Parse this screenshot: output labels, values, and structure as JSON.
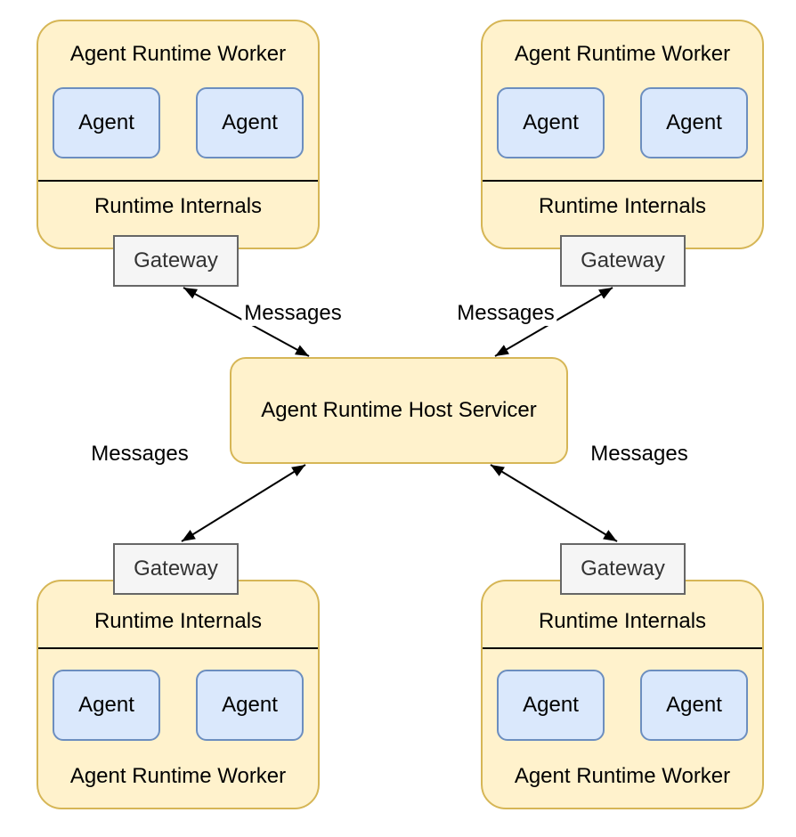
{
  "diagram": {
    "host": {
      "label": "Agent Runtime Host Servicer"
    },
    "workers": [
      {
        "position": "top-left",
        "title": "Agent Runtime Worker",
        "agents": [
          "Agent",
          "Agent"
        ],
        "internals_label": "Runtime Internals",
        "gateway_label": "Gateway"
      },
      {
        "position": "top-right",
        "title": "Agent Runtime Worker",
        "agents": [
          "Agent",
          "Agent"
        ],
        "internals_label": "Runtime Internals",
        "gateway_label": "Gateway"
      },
      {
        "position": "bottom-left",
        "title": "Agent Runtime Worker",
        "agents": [
          "Agent",
          "Agent"
        ],
        "internals_label": "Runtime Internals",
        "gateway_label": "Gateway"
      },
      {
        "position": "bottom-right",
        "title": "Agent Runtime Worker",
        "agents": [
          "Agent",
          "Agent"
        ],
        "internals_label": "Runtime Internals",
        "gateway_label": "Gateway"
      }
    ],
    "edges": [
      {
        "from": "gateway-top-left",
        "to": "host",
        "label": "Messages",
        "bidirectional": true
      },
      {
        "from": "gateway-top-right",
        "to": "host",
        "label": "Messages",
        "bidirectional": true
      },
      {
        "from": "gateway-bottom-left",
        "to": "host",
        "label": "Messages",
        "bidirectional": true
      },
      {
        "from": "gateway-bottom-right",
        "to": "host",
        "label": "Messages",
        "bidirectional": true
      }
    ],
    "colors": {
      "worker_fill": "#FFF2CC",
      "worker_border": "#D6B656",
      "agent_fill": "#DAE8FC",
      "agent_border": "#6C8EBF",
      "gateway_fill": "#F5F5F5",
      "gateway_border": "#666666",
      "gateway_text": "#333333",
      "connector": "#000000",
      "text": "#000000",
      "canvas_bg": "#FFFFFF"
    }
  }
}
